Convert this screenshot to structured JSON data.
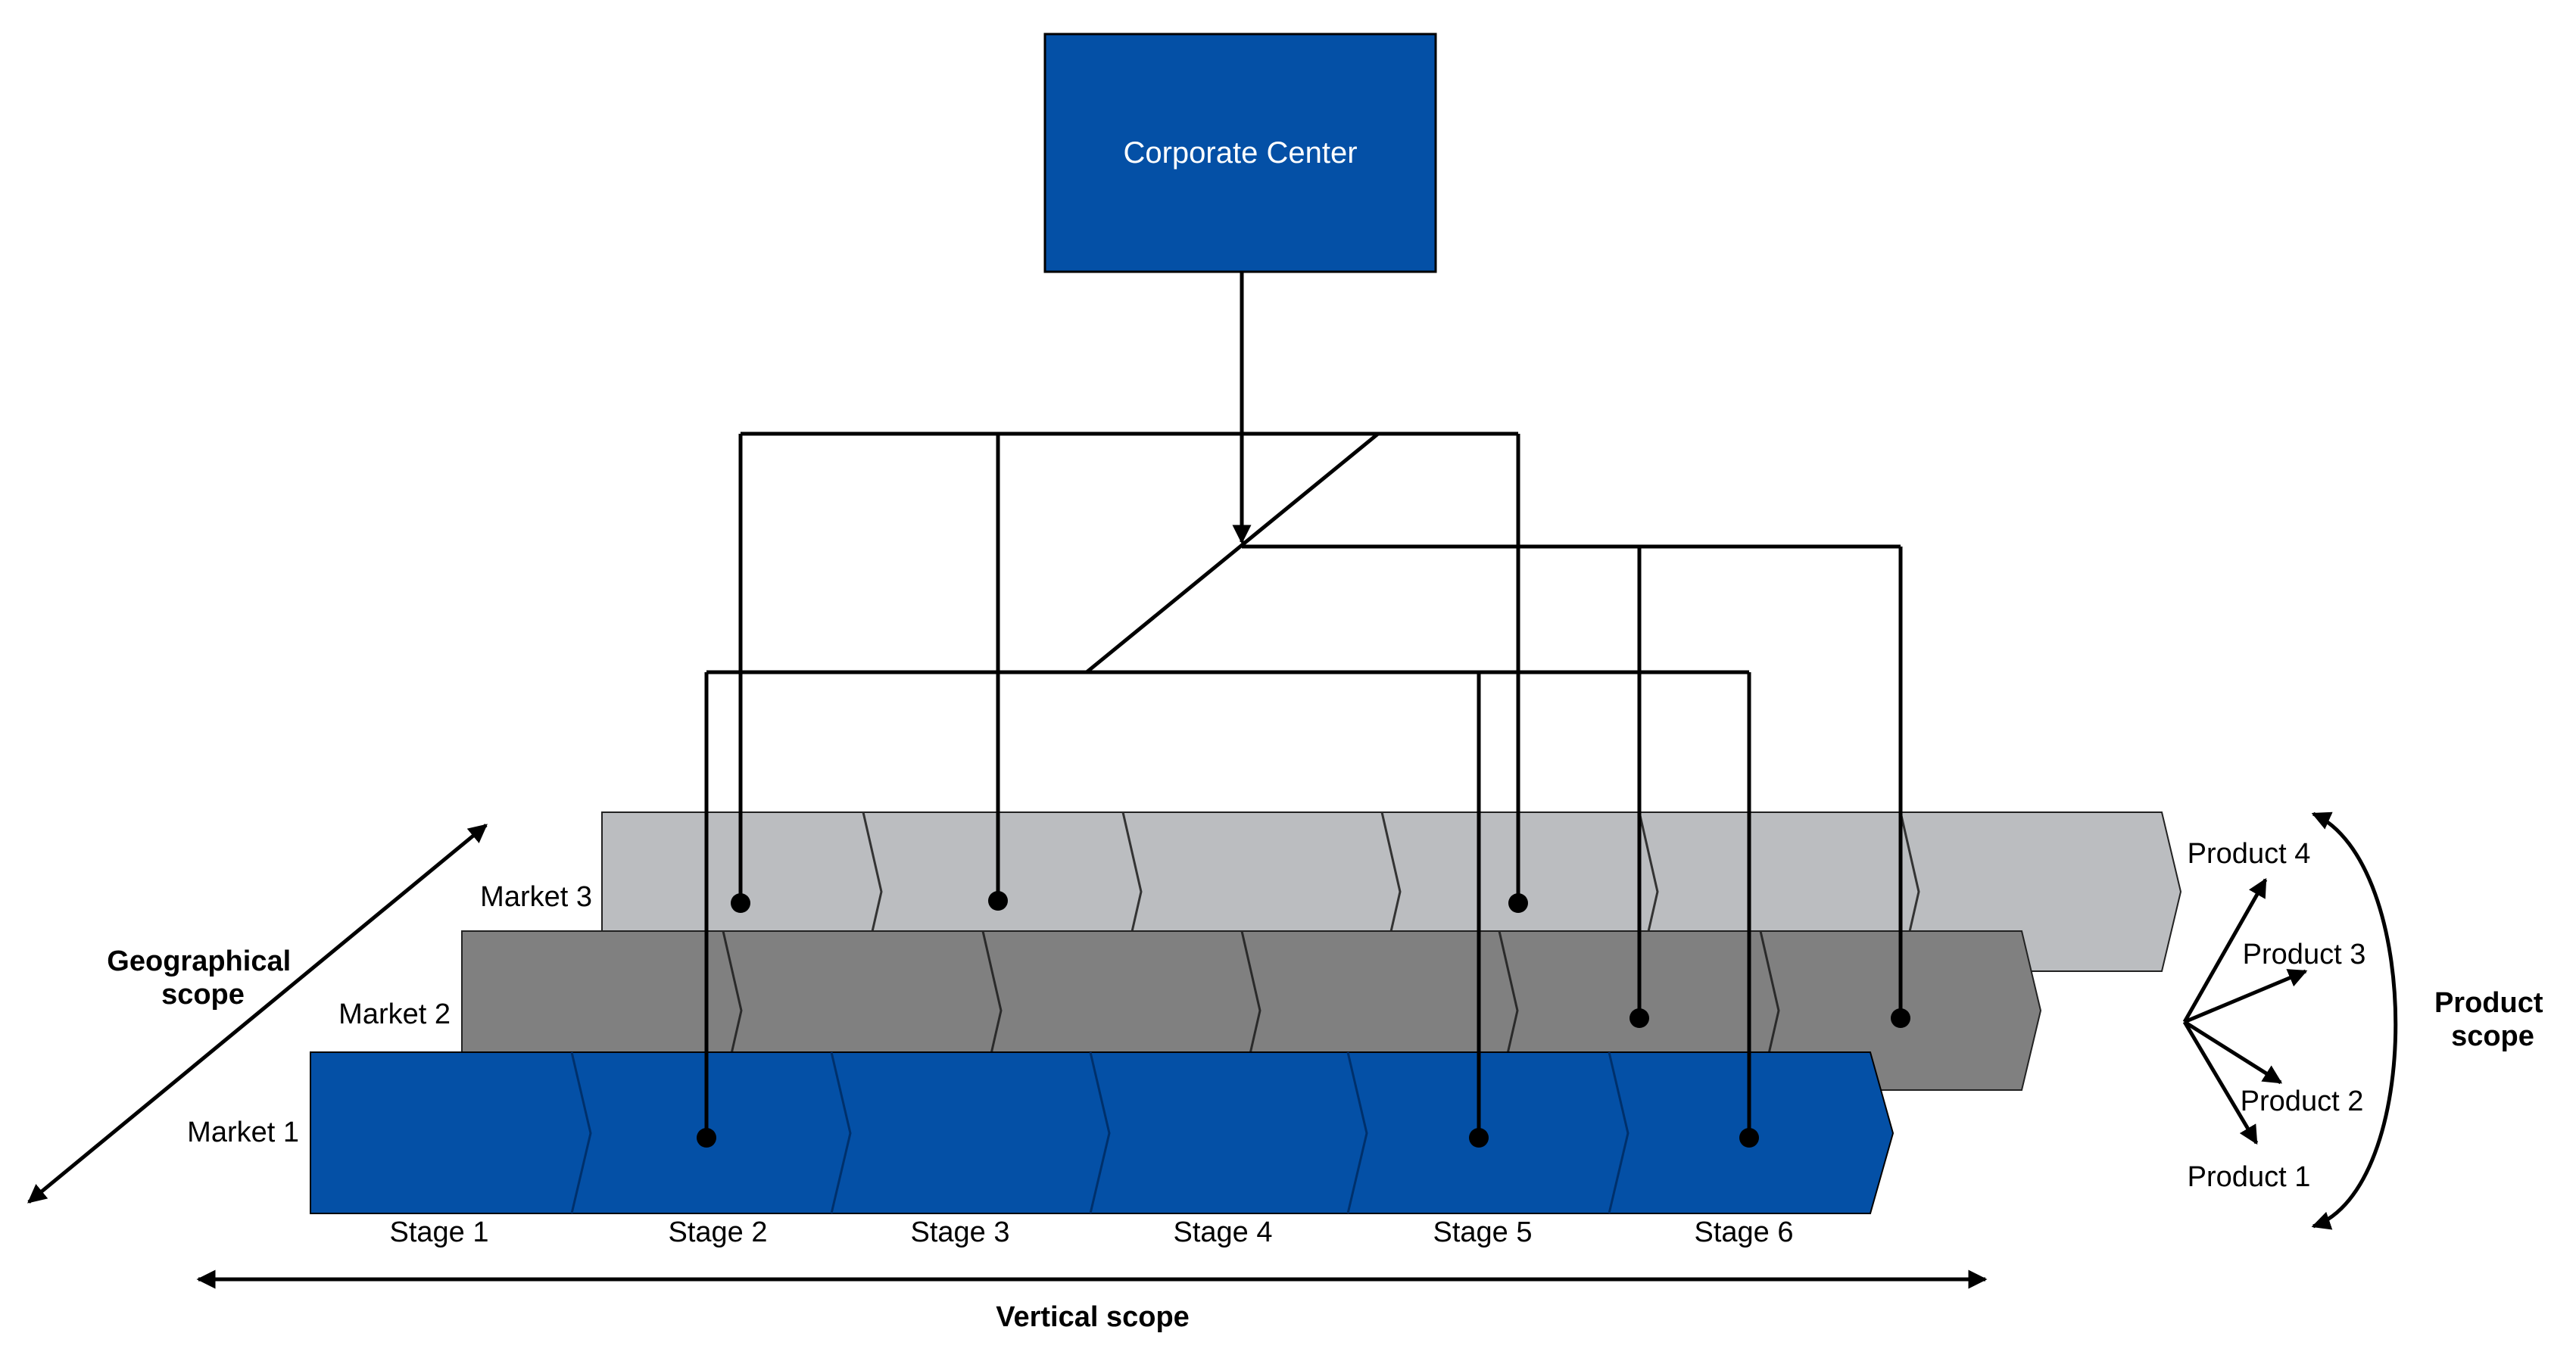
{
  "corporate_center": {
    "label": "Corporate Center",
    "fill": "#0450A6"
  },
  "markets": [
    {
      "label": "Market 3",
      "fill": "#BBBDC0"
    },
    {
      "label": "Market 2",
      "fill": "#808080"
    },
    {
      "label": "Market 1",
      "fill": "#0450A6"
    }
  ],
  "stages": [
    "Stage 1",
    "Stage 2",
    "Stage 3",
    "Stage 4",
    "Stage 5",
    "Stage 6"
  ],
  "products": [
    "Product 4",
    "Product 3",
    "Product 2",
    "Product 1"
  ],
  "axes": {
    "geographical": [
      "Geographical",
      "scope"
    ],
    "vertical": "Vertical scope",
    "product": [
      "Product",
      "scope"
    ]
  }
}
